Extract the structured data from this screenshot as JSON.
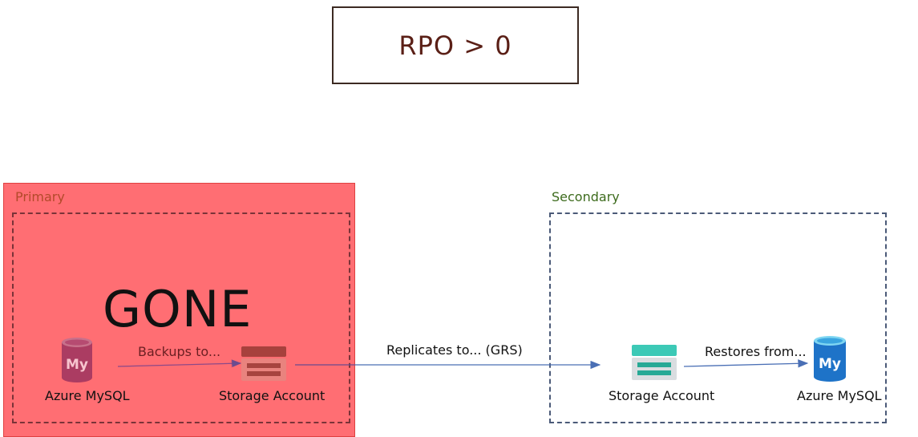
{
  "title": "RPO > 0",
  "regions": {
    "primary": {
      "label": "Primary",
      "status_text": "GONE"
    },
    "secondary": {
      "label": "Secondary"
    }
  },
  "nodes": {
    "primary_mysql": {
      "label": "Azure MySQL",
      "icon": "mysql-db-icon"
    },
    "primary_storage": {
      "label": "Storage Account",
      "icon": "storage-account-icon"
    },
    "secondary_storage": {
      "label": "Storage Account",
      "icon": "storage-account-icon"
    },
    "secondary_mysql": {
      "label": "Azure MySQL",
      "icon": "mysql-db-icon"
    }
  },
  "edges": {
    "backup": {
      "label": "Backups to..."
    },
    "replicate": {
      "label": "Replicates to... (GRS)"
    },
    "restore": {
      "label": "Restores from..."
    }
  },
  "colors": {
    "primary_overlay": "#ff5a60",
    "arrow": "#4a6fb5",
    "storage_teal": "#3cc9b6",
    "mysql_blue": "#1e73c8"
  }
}
